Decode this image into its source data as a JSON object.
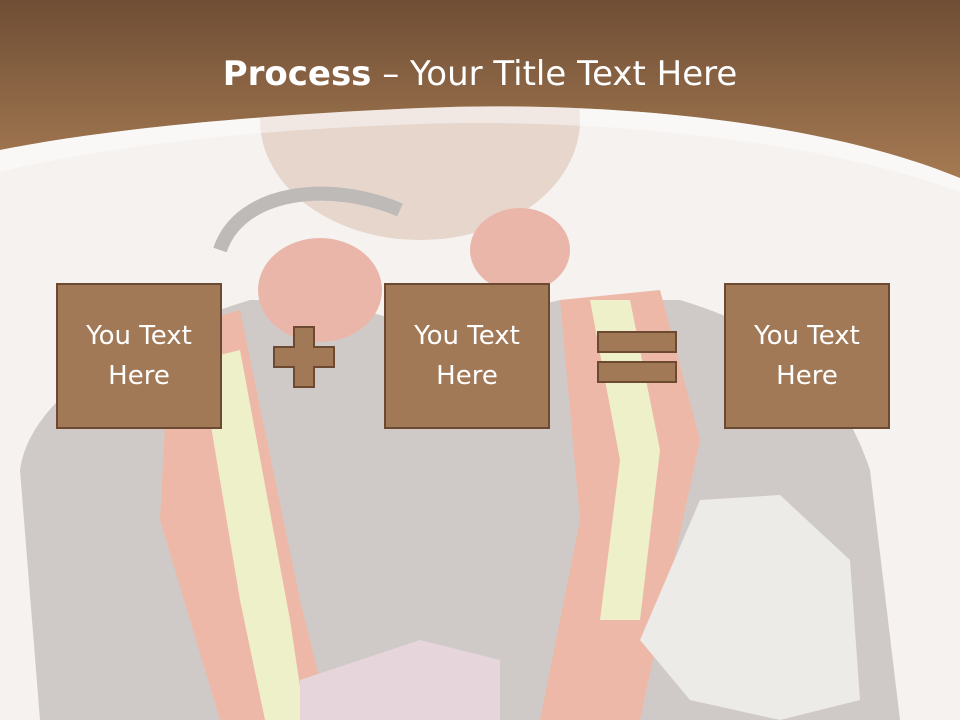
{
  "slide": {
    "title_bold": "Process",
    "title_rest": " – Your Title Text Here"
  },
  "process": {
    "boxes": [
      {
        "text": "You Text Here"
      },
      {
        "text": "You Text Here"
      },
      {
        "text": "You Text Here"
      }
    ],
    "operators": [
      "plus-icon",
      "equals-icon"
    ]
  },
  "colors": {
    "header_brown": "#8e6646",
    "box_fill": "#a27956",
    "box_border": "#6b4a31",
    "title_text": "#ffffff"
  }
}
